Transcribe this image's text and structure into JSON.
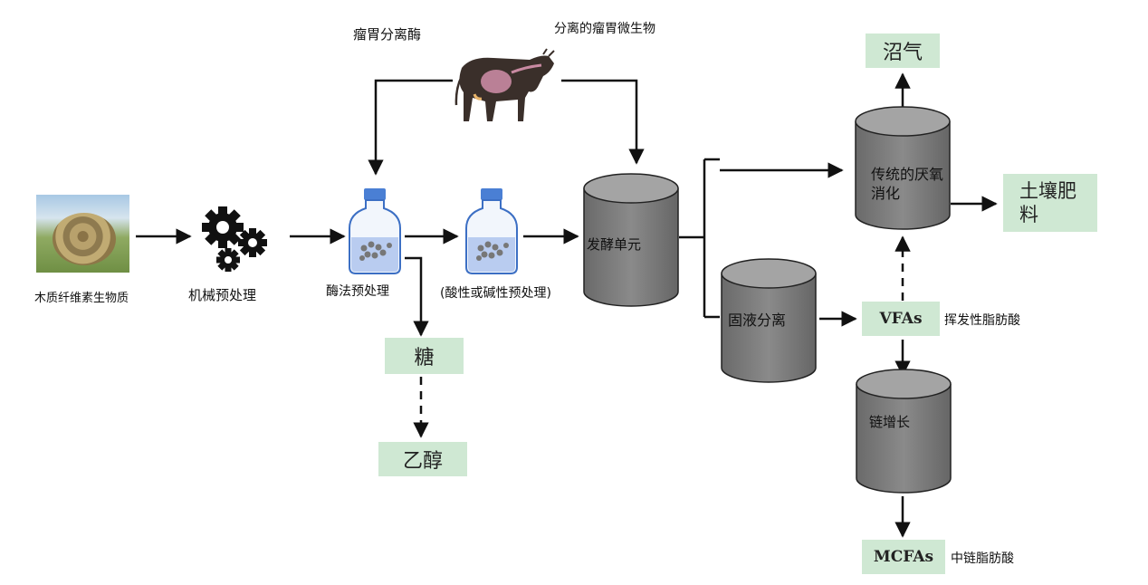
{
  "labels": {
    "lignocellulose": "木质纤维素生物质",
    "mechanical": "机械预处理",
    "enzymatic": "酶法预处理",
    "acid_alkali": "(酸性或碱性预处理)",
    "rumen_enzyme": "瘤胃分离酶",
    "rumen_microbes": "分离的瘤胃微生物",
    "vfa_desc": "挥发性脂肪酸",
    "mcfa_desc": "中链脂肪酸"
  },
  "cylinders": {
    "fermentation": "发酵单元",
    "anaerobic": "传统的厌氧消化",
    "separation": "固液分离",
    "chain": "链增长"
  },
  "boxes": {
    "sugar": "糖",
    "ethanol": "乙醇",
    "biogas": "沼气",
    "fertilizer": "土壤肥料",
    "vfas": "VFAs",
    "mcfas": "MCFAs"
  },
  "colors": {
    "product_box": "#cfe8d3",
    "cylinder": "#7a7a7a",
    "bottle_cap": "#4a7fd4",
    "bottle_liquid": "#b9ccf0"
  }
}
